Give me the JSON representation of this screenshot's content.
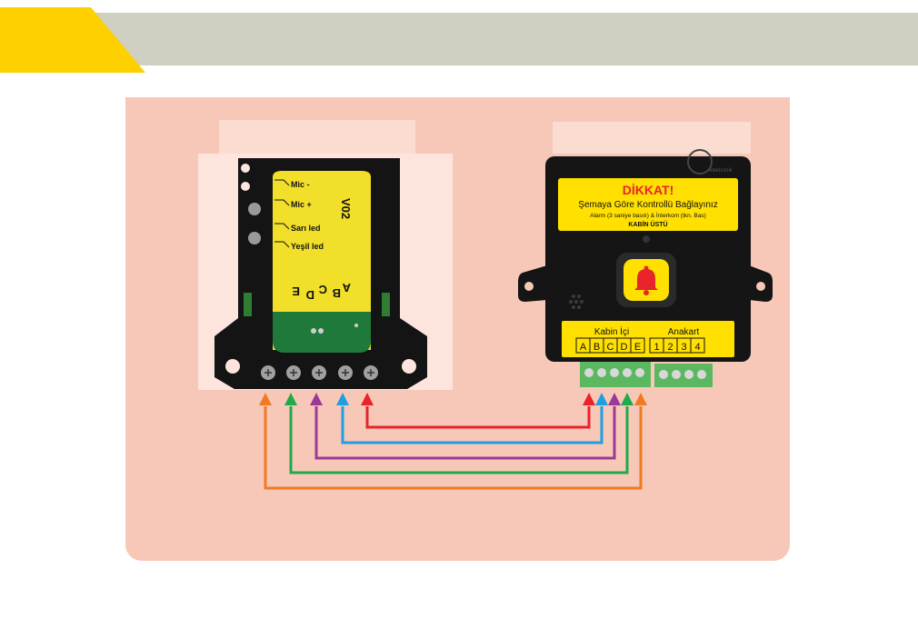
{
  "left_device": {
    "model": "V02",
    "wire_labels": [
      "Mic -",
      "Mic +",
      "Sarı led",
      "Yeşil led"
    ],
    "terminal_letters": [
      "A",
      "B",
      "C",
      "D",
      "E"
    ]
  },
  "right_device": {
    "warning_title": "DİKKAT!",
    "warning_line1": "Şemaya Göre Kontrollü Bağlayınız",
    "warning_line2": "Alarm (3 saniye basılı) & İnterkom (tkn. Bas)",
    "warning_line3": "KABİN ÜSTÜ",
    "group1_label": "Kabin İçi",
    "group1_terminals": [
      "A",
      "B",
      "C",
      "D",
      "E"
    ],
    "group2_label": "Anakart",
    "group2_terminals": [
      "1",
      "2",
      "3",
      "4"
    ],
    "brand": "elektronik",
    "bell_icon": "bell-icon"
  },
  "wire_colors": {
    "A": "#e8232a",
    "B": "#1e9fe0",
    "C": "#9b3a96",
    "D": "#1faa4b",
    "E": "#f07a22"
  },
  "colors": {
    "header_bar": "#cfcfc2",
    "header_tab": "#ffd000",
    "panel": "#f7c8b8",
    "sticker": "#ffe000"
  }
}
